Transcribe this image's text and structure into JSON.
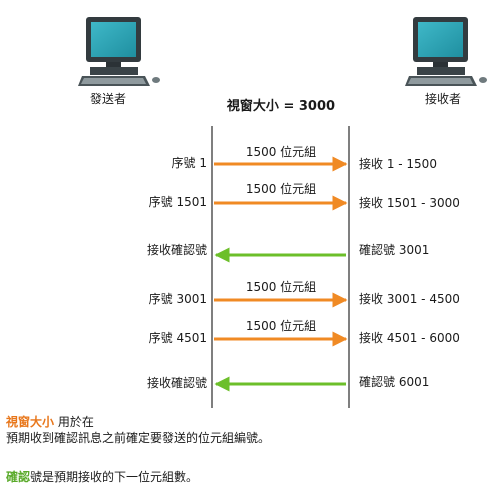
{
  "diagram": {
    "title": "視窗大小 = 3000",
    "sender_label": "發送者",
    "receiver_label": "接收者",
    "colors": {
      "data_arrow": "#f08a24",
      "ack_arrow": "#6cbf2a",
      "accent_orange": "#e8761a",
      "accent_green": "#5aaa2a"
    },
    "messages": [
      {
        "direction": "send",
        "left": "序號 1",
        "arrow_label": "1500 位元組",
        "right": "接收 1 - 1500"
      },
      {
        "direction": "send",
        "left": "序號 1501",
        "arrow_label": "1500 位元組",
        "right": "接收 1501 - 3000"
      },
      {
        "direction": "ack",
        "left": "接收確認號",
        "arrow_label": "",
        "right": "確認號 3001"
      },
      {
        "direction": "send",
        "left": "序號 3001",
        "arrow_label": "1500 位元組",
        "right": "接收 3001 - 4500"
      },
      {
        "direction": "send",
        "left": "序號 4501",
        "arrow_label": "1500 位元組",
        "right": "接收 4501 - 6000"
      },
      {
        "direction": "ack",
        "left": "接收確認號",
        "arrow_label": "",
        "right": "確認號 6001"
      }
    ]
  },
  "captions": {
    "window_term": "視窗大小",
    "window_line1_rest": " 用於在",
    "window_line2": "預期收到確認訊息之前確定要發送的位元組編號。",
    "ack_term": "確認",
    "ack_rest": "號是預期接收的下一位元組數。"
  }
}
